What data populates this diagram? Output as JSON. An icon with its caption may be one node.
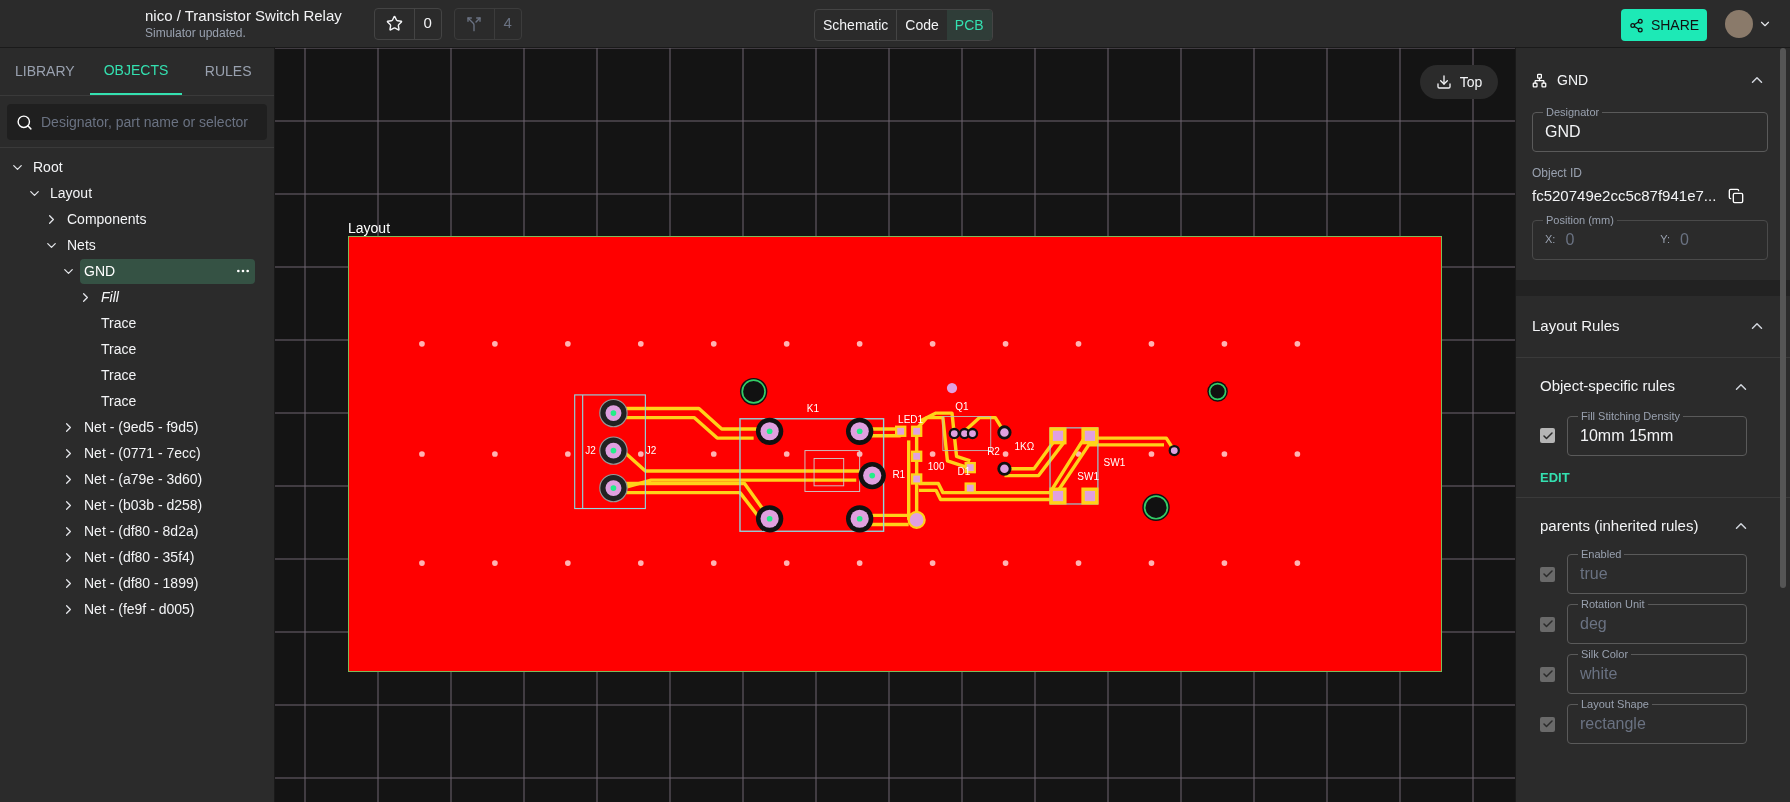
{
  "diagram": {
    "labels": [
      "nico / Transistor Switch Relay",
      "Simulator updated.",
      "0",
      "4",
      "Schematic",
      "Code",
      "PCB",
      "SHARE",
      "LIBRARY",
      "OBJECTS",
      "RULES",
      "Designator, part name or selector",
      "Root",
      "Layout",
      "Components",
      "Nets",
      "GND",
      "Fill",
      "Trace",
      "Trace",
      "Trace",
      "Trace",
      "Net - (9ed5 - f9d5)",
      "Net - (0771 - 7ecc)",
      "Net - (a79e - 3d60)",
      "Net - (b03b - d258)",
      "Net - (df80 - 8d2a)",
      "Net - (df80 - 35f4)",
      "Net - (df80 - 1899)",
      "Net - (fe9f - d005)",
      "Top",
      "Layout",
      "K1",
      "J2",
      "J2",
      "LED1",
      "Q1",
      "R1",
      "100",
      "R2",
      "1KΩ",
      "D1",
      "SW1",
      "SW1",
      "GND",
      "Designator",
      "GND",
      "Object ID",
      "fc520749e2cc5c87f941e7...",
      "Position (mm)",
      "X:",
      "0",
      "Y:",
      "0",
      "Layout Rules",
      "Object-specific rules",
      "Fill Stitching Density",
      "10mm 15mm",
      "EDIT",
      "parents (inherited rules)",
      "Enabled",
      "true",
      "Rotation Unit",
      "deg",
      "Silk Color",
      "white",
      "Layout Shape",
      "rectangle"
    ]
  }
}
